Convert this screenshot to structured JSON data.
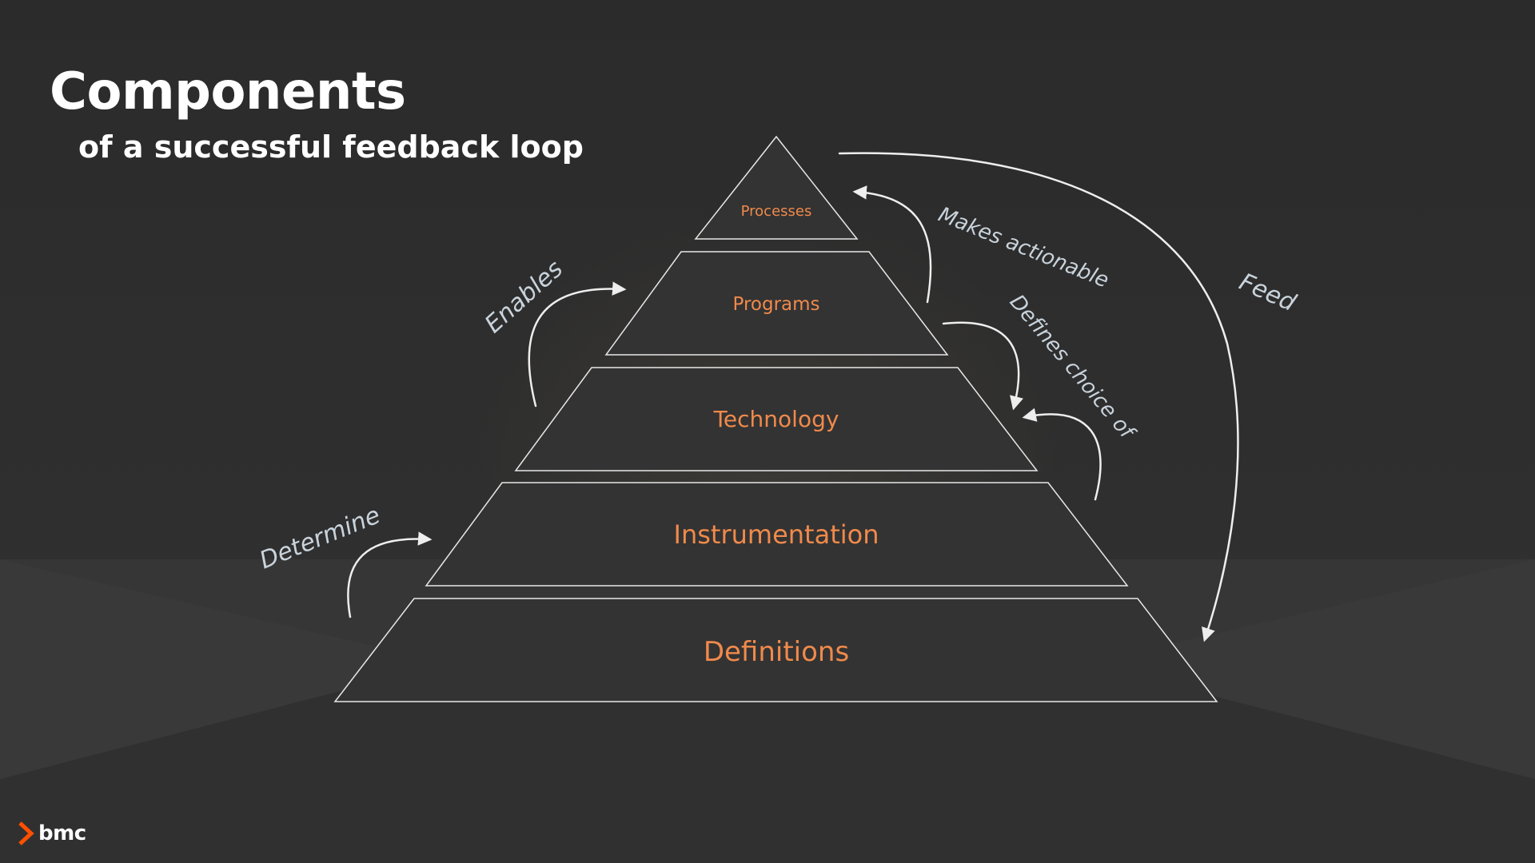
{
  "slide": {
    "title": "Components",
    "subtitle": "of a successful feedback loop"
  },
  "pyramid": {
    "tiers": [
      {
        "label": "Processes"
      },
      {
        "label": "Programs"
      },
      {
        "label": "Technology"
      },
      {
        "label": "Instrumentation"
      },
      {
        "label": "Definitions"
      }
    ]
  },
  "annotations": {
    "determine": "Determine",
    "enables": "Enables",
    "makes_actionable": "Makes actionable",
    "defines_choice_of": "Defines choice of",
    "feed": "Feed"
  },
  "logo": {
    "text": "bmc",
    "icon": "bmc-chevron-logo-icon"
  },
  "colors": {
    "background": "#2c2c2c",
    "tier_label": "#f08a4b",
    "outline": "#e8e8e8",
    "annotation": "#c9d3dc",
    "brand": "#fe5000"
  }
}
